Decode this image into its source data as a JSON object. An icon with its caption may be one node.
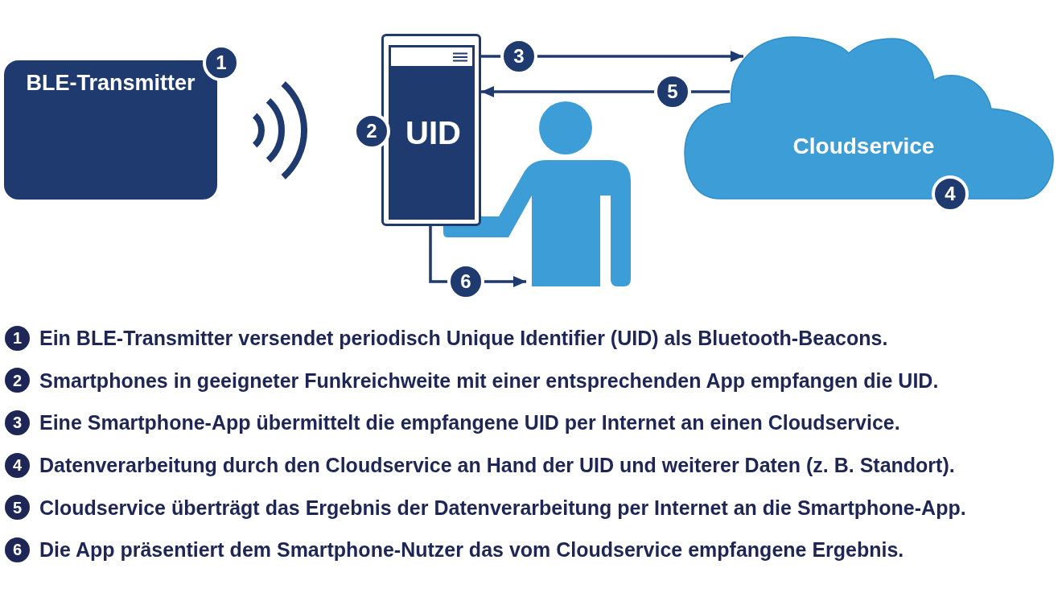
{
  "diagram": {
    "nodes": [
      {
        "text": [
          "BLE-Transmitter"
        ],
        "beside": [
          "1"
        ]
      },
      {
        "text": [
          "UID"
        ],
        "beside": [
          "2"
        ]
      },
      {
        "text": [
          "Cloudservice",
          "4"
        ]
      },
      {
        "text": [],
        "shape": "person"
      }
    ],
    "edges": [
      {
        "from": 1,
        "to": 2,
        "arrow": "to",
        "label": "3"
      },
      {
        "from": 2,
        "to": 1,
        "arrow": "to",
        "label": "5"
      },
      {
        "from": 1,
        "to": 3,
        "arrow": "to",
        "label": "6"
      }
    ],
    "labels": [
      "1",
      "Ein BLE-Transmitter versendet periodisch Unique Identifier (UID) als Bluetooth-Beacons.",
      "2",
      "Smartphones in geeigneter Funkreichweite mit einer entsprechenden App empfangen die UID.",
      "3",
      "Eine Smartphone-App übermittelt die empfangene UID per Internet an einen Cloudservice.",
      "4",
      "Datenverarbeitung durch den Cloudservice an Hand der UID und weiterer Daten (z. B. Standort).",
      "5",
      "Cloudservice überträgt das Ergebnis der Datenverarbeitung per Internet an die Smartphone-App.",
      "6",
      "Die App präsentiert dem Smartphone-Nutzer das vom Cloudservice empfangene Ergebnis."
    ]
  }
}
